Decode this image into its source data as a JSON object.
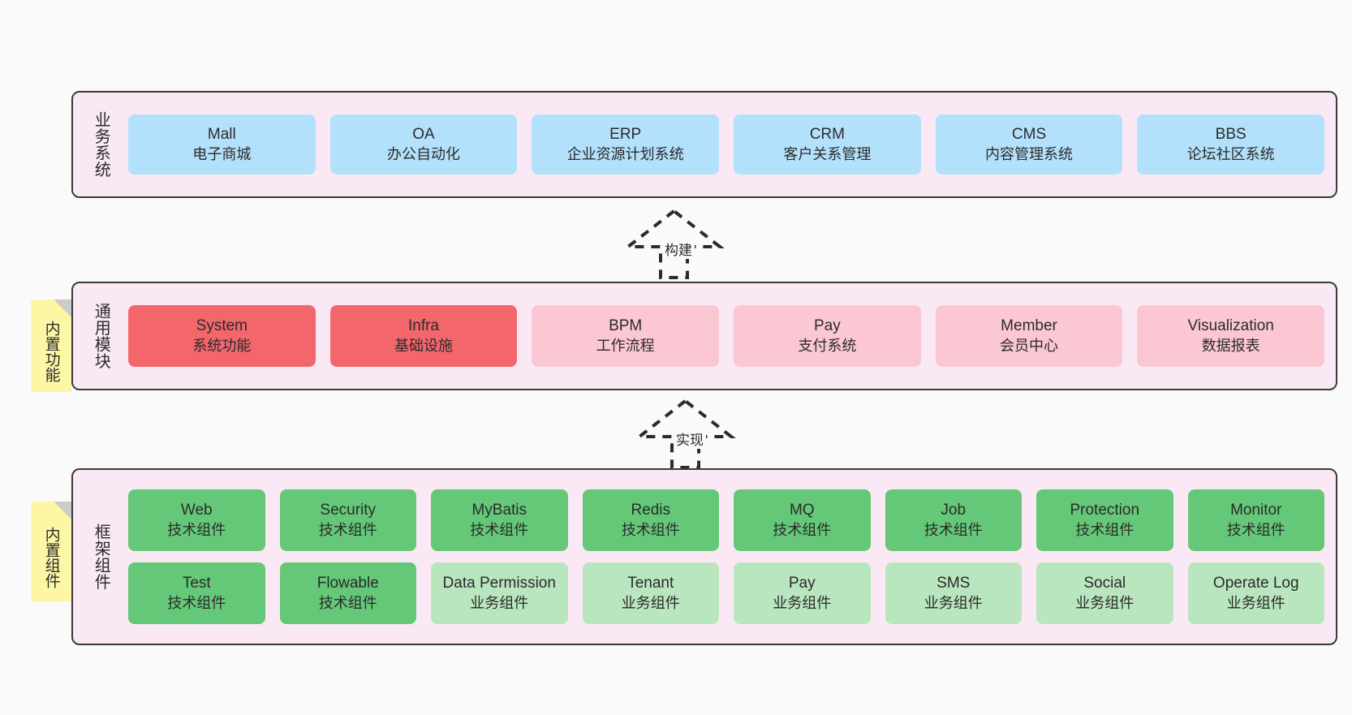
{
  "diagram": {
    "title_note_functions": "内置功能",
    "title_note_components": "内置组件",
    "layers": [
      {
        "id": "business",
        "title": "业务系统",
        "rows": [
          [
            {
              "name": "Mall",
              "desc": "电子商城",
              "color": "#b3e0fb"
            },
            {
              "name": "OA",
              "desc": "办公自动化",
              "color": "#b3e0fb"
            },
            {
              "name": "ERP",
              "desc": "企业资源计划系统",
              "color": "#b3e0fb"
            },
            {
              "name": "CRM",
              "desc": "客户关系管理",
              "color": "#b3e0fb"
            },
            {
              "name": "CMS",
              "desc": "内容管理系统",
              "color": "#b3e0fb"
            },
            {
              "name": "BBS",
              "desc": "论坛社区系统",
              "color": "#b3e0fb"
            }
          ]
        ]
      },
      {
        "id": "modules",
        "title": "通用模块",
        "rows": [
          [
            {
              "name": "System",
              "desc": "系统功能",
              "color": "#f2666c"
            },
            {
              "name": "Infra",
              "desc": "基础设施",
              "color": "#f2666c"
            },
            {
              "name": "BPM",
              "desc": "工作流程",
              "color": "#fbc7d2"
            },
            {
              "name": "Pay",
              "desc": "支付系统",
              "color": "#fbc7d2"
            },
            {
              "name": "Member",
              "desc": "会员中心",
              "color": "#fbc7d2"
            },
            {
              "name": "Visualization",
              "desc": "数据报表",
              "color": "#fbc7d2"
            }
          ]
        ]
      },
      {
        "id": "framework",
        "title": "框架组件",
        "rows": [
          [
            {
              "name": "Web",
              "desc": "技术组件",
              "color": "#64c878"
            },
            {
              "name": "Security",
              "desc": "技术组件",
              "color": "#64c878"
            },
            {
              "name": "MyBatis",
              "desc": "技术组件",
              "color": "#64c878"
            },
            {
              "name": "Redis",
              "desc": "技术组件",
              "color": "#64c878"
            },
            {
              "name": "MQ",
              "desc": "技术组件",
              "color": "#64c878"
            },
            {
              "name": "Job",
              "desc": "技术组件",
              "color": "#64c878"
            },
            {
              "name": "Protection",
              "desc": "技术组件",
              "color": "#64c878"
            },
            {
              "name": "Monitor",
              "desc": "技术组件",
              "color": "#64c878"
            }
          ],
          [
            {
              "name": "Test",
              "desc": "技术组件",
              "color": "#64c878"
            },
            {
              "name": "Flowable",
              "desc": "技术组件",
              "color": "#64c878"
            },
            {
              "name": "Data Permission",
              "desc": "业务组件",
              "color": "#b9e6bf"
            },
            {
              "name": "Tenant",
              "desc": "业务组件",
              "color": "#b9e6bf"
            },
            {
              "name": "Pay",
              "desc": "业务组件",
              "color": "#b9e6bf"
            },
            {
              "name": "SMS",
              "desc": "业务组件",
              "color": "#b9e6bf"
            },
            {
              "name": "Social",
              "desc": "业务组件",
              "color": "#b9e6bf"
            },
            {
              "name": "Operate Log",
              "desc": "业务组件",
              "color": "#b9e6bf"
            }
          ]
        ]
      }
    ],
    "connectors": [
      {
        "id": "build",
        "label": "构建"
      },
      {
        "id": "impl",
        "label": "实现"
      }
    ],
    "colors": {
      "layer_background": "#fae9f4",
      "layer_border": "#3a3a3a",
      "sticky_background": "#fdf6a4",
      "sticky_fold": "#cccccc",
      "canvas_background": "#fafafa",
      "business_card": "#b3e0fb",
      "module_core_card": "#f2666c",
      "module_card": "#fbc7d2",
      "tech_component_card": "#64c878",
      "biz_component_card": "#b9e6bf"
    }
  }
}
